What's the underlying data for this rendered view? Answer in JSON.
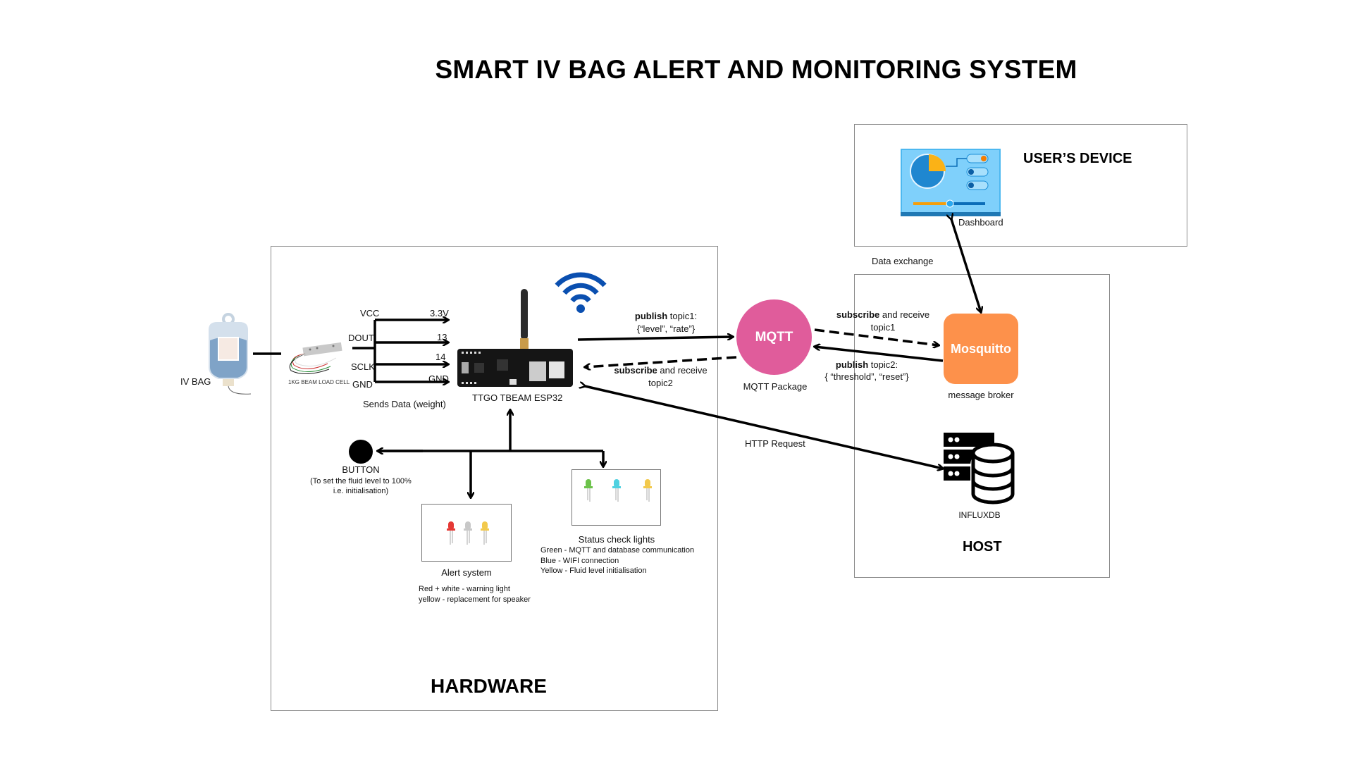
{
  "title": "SMART IV BAG ALERT AND MONITORING SYSTEM",
  "panels": {
    "hardware": "HARDWARE",
    "users_device": "USER’S DEVICE",
    "host": "HOST"
  },
  "iv_bag": {
    "label": "IV BAG",
    "icon": "iv-bag-icon"
  },
  "load_cell": {
    "label": "1KG BEAM LOAD CELL",
    "icon": "load-cell-icon"
  },
  "pins": [
    {
      "name": "VCC",
      "target": "3.3V"
    },
    {
      "name": "DOUT",
      "target": "13"
    },
    {
      "name": "SCLK",
      "target": "14"
    },
    {
      "name": "GND",
      "target": "GND"
    }
  ],
  "sends_data": "Sends Data (weight)",
  "esp32": {
    "label": "TTGO TBEAM ESP32",
    "icon": "esp32-board-icon"
  },
  "wifi": {
    "icon": "wifi-icon",
    "color": "#0a4fb0"
  },
  "button": {
    "label": "BUTTON",
    "desc_line1": "(To set the fluid level to 100%",
    "desc_line2": "i.e. initialisation)"
  },
  "alert_system": {
    "label": "Alert system",
    "leds": [
      "#e53935",
      "#c8c8c8",
      "#f2c94c"
    ],
    "desc": [
      "Red + white - warning light",
      "yellow - replacement for speaker"
    ]
  },
  "status_lights": {
    "label": "Status check lights",
    "leds": [
      "#6cc24a",
      "#4fd1e0",
      "#f2c94c"
    ],
    "desc": [
      "Green - MQTT and database communication",
      "Blue - WIFI connection",
      "Yellow - Fluid level initialisation"
    ]
  },
  "mqtt": {
    "label": "MQTT",
    "caption": "MQTT Package",
    "color": "#e05c9b"
  },
  "mosquitto": {
    "label": "Mosquitto",
    "caption": "message broker",
    "color": "#fd914b"
  },
  "influxdb": {
    "label": "INFLUXDB",
    "icon": "database-server-icon"
  },
  "dashboard": {
    "label": "Dashboard",
    "icon": "dashboard-icon"
  },
  "edges": {
    "publish1_bold": "publish",
    "publish1_rest": " topic1:",
    "publish1_payload": "{“level”, “rate”}",
    "subscribe2_bold": "subscribe",
    "subscribe2_rest": " and receive",
    "subscribe2_topic": "topic2",
    "subscribe1_bold": "subscribe",
    "subscribe1_rest": " and receive",
    "subscribe1_topic": "topic1",
    "publish2_bold": "publish",
    "publish2_rest": " topic2:",
    "publish2_payload": "{ “threshold”, “reset”}",
    "http": "HTTP Request",
    "data_exchange": "Data exchange"
  }
}
